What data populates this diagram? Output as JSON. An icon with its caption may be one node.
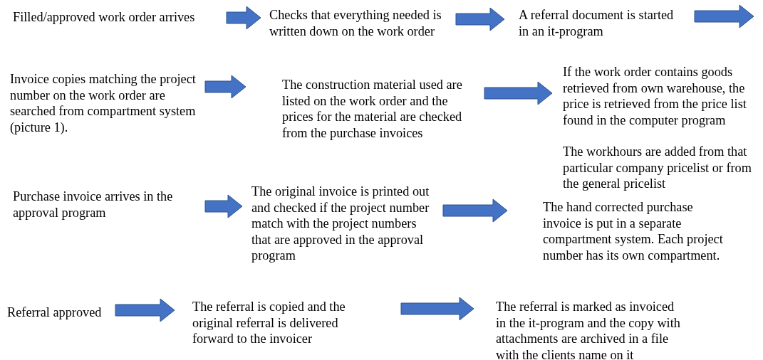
{
  "diagram": {
    "nodes": [
      {
        "text": [
          "Filled/approved work order arrives"
        ]
      },
      {
        "text": [
          "Checks that everything needed is written down on the work order"
        ]
      },
      {
        "text": [
          "A referral document is started in an it-program"
        ]
      },
      {
        "text": [
          "Invoice copies matching the project number on the work order are searched from compartment system (picture 1)."
        ]
      },
      {
        "text": [
          "The construction material used are listed on the work order and the prices for the material are checked from the purchase invoices"
        ]
      },
      {
        "text": [
          "If the work order contains goods retrieved from own warehouse, the price is retrieved from the price list found in the computer program",
          "The workhours are added from that particular company pricelist or from the general pricelist"
        ]
      },
      {
        "text": [
          "Purchase invoice arrives in the approval program"
        ]
      },
      {
        "text": [
          "The original invoice is printed out and checked if the project number match with the project numbers that are approved in the approval program"
        ]
      },
      {
        "text": [
          "The hand corrected purchase invoice is put in a separate compartment system. Each project number has its own compartment."
        ]
      },
      {
        "text": [
          "Referral approved"
        ]
      },
      {
        "text": [
          "The referral is copied and the original referral is delivered forward to the invoicer"
        ]
      },
      {
        "text": [
          "The referral is marked as invoiced in the it-program and the copy with attachments are archived in a file with the clients name on it"
        ]
      }
    ],
    "edges": [
      {
        "from": 0,
        "to": 1,
        "arrow": "to"
      },
      {
        "from": 1,
        "to": 2,
        "arrow": "to"
      },
      {
        "from": 2,
        "to": null,
        "arrow": "to"
      },
      {
        "from": 3,
        "to": 4,
        "arrow": "to"
      },
      {
        "from": 4,
        "to": 5,
        "arrow": "to"
      },
      {
        "from": 6,
        "to": 7,
        "arrow": "to"
      },
      {
        "from": 7,
        "to": 8,
        "arrow": "to"
      },
      {
        "from": 9,
        "to": 10,
        "arrow": "to"
      },
      {
        "from": 10,
        "to": 11,
        "arrow": "to"
      }
    ]
  }
}
